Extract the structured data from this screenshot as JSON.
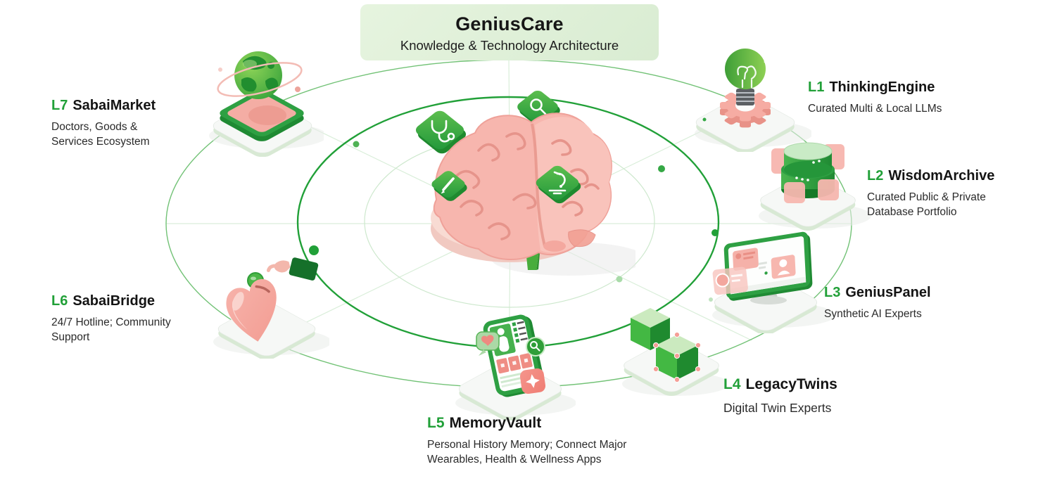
{
  "header": {
    "title": "GeniusCare",
    "subtitle": "Knowledge & Technology Architecture"
  },
  "layers": [
    {
      "id": "L1",
      "name": "ThinkingEngine",
      "description": "Curated Multi & Local LLMs",
      "icon": "lightbulb-gear-icon"
    },
    {
      "id": "L2",
      "name": "WisdomArchive",
      "description": "Curated Public & Private Database Portfolio",
      "icon": "database-icon"
    },
    {
      "id": "L3",
      "name": "GeniusPanel",
      "description": "Synthetic AI Experts",
      "icon": "monitor-ai-experts-icon"
    },
    {
      "id": "L4",
      "name": "LegacyTwins",
      "description": "Digital Twin Experts",
      "icon": "digital-twin-cubes-icon"
    },
    {
      "id": "L5",
      "name": "MemoryVault",
      "description": "Personal History Memory; Connect Major Wearables, Health & Wellness Apps",
      "icon": "health-phone-icon"
    },
    {
      "id": "L6",
      "name": "SabaiBridge",
      "description": "24/7 Hotline; Community Support",
      "icon": "heart-donation-icon"
    },
    {
      "id": "L7",
      "name": "SabaiMarket",
      "description": "Doctors, Goods & Services Ecosystem",
      "icon": "globe-phone-icon"
    }
  ],
  "center": {
    "illustration": "brain-on-platform",
    "satellite_glyphs": [
      "stethoscope-icon",
      "magnifier-icon",
      "pencil-icon",
      "microscope-icon"
    ]
  },
  "colors": {
    "accent_green": "#21A038",
    "ring_light_green": "#CDE8CD",
    "pink": "#F6AEA6",
    "title_card_bg": "#DDEED6",
    "text_dark": "#1C1C1C"
  }
}
